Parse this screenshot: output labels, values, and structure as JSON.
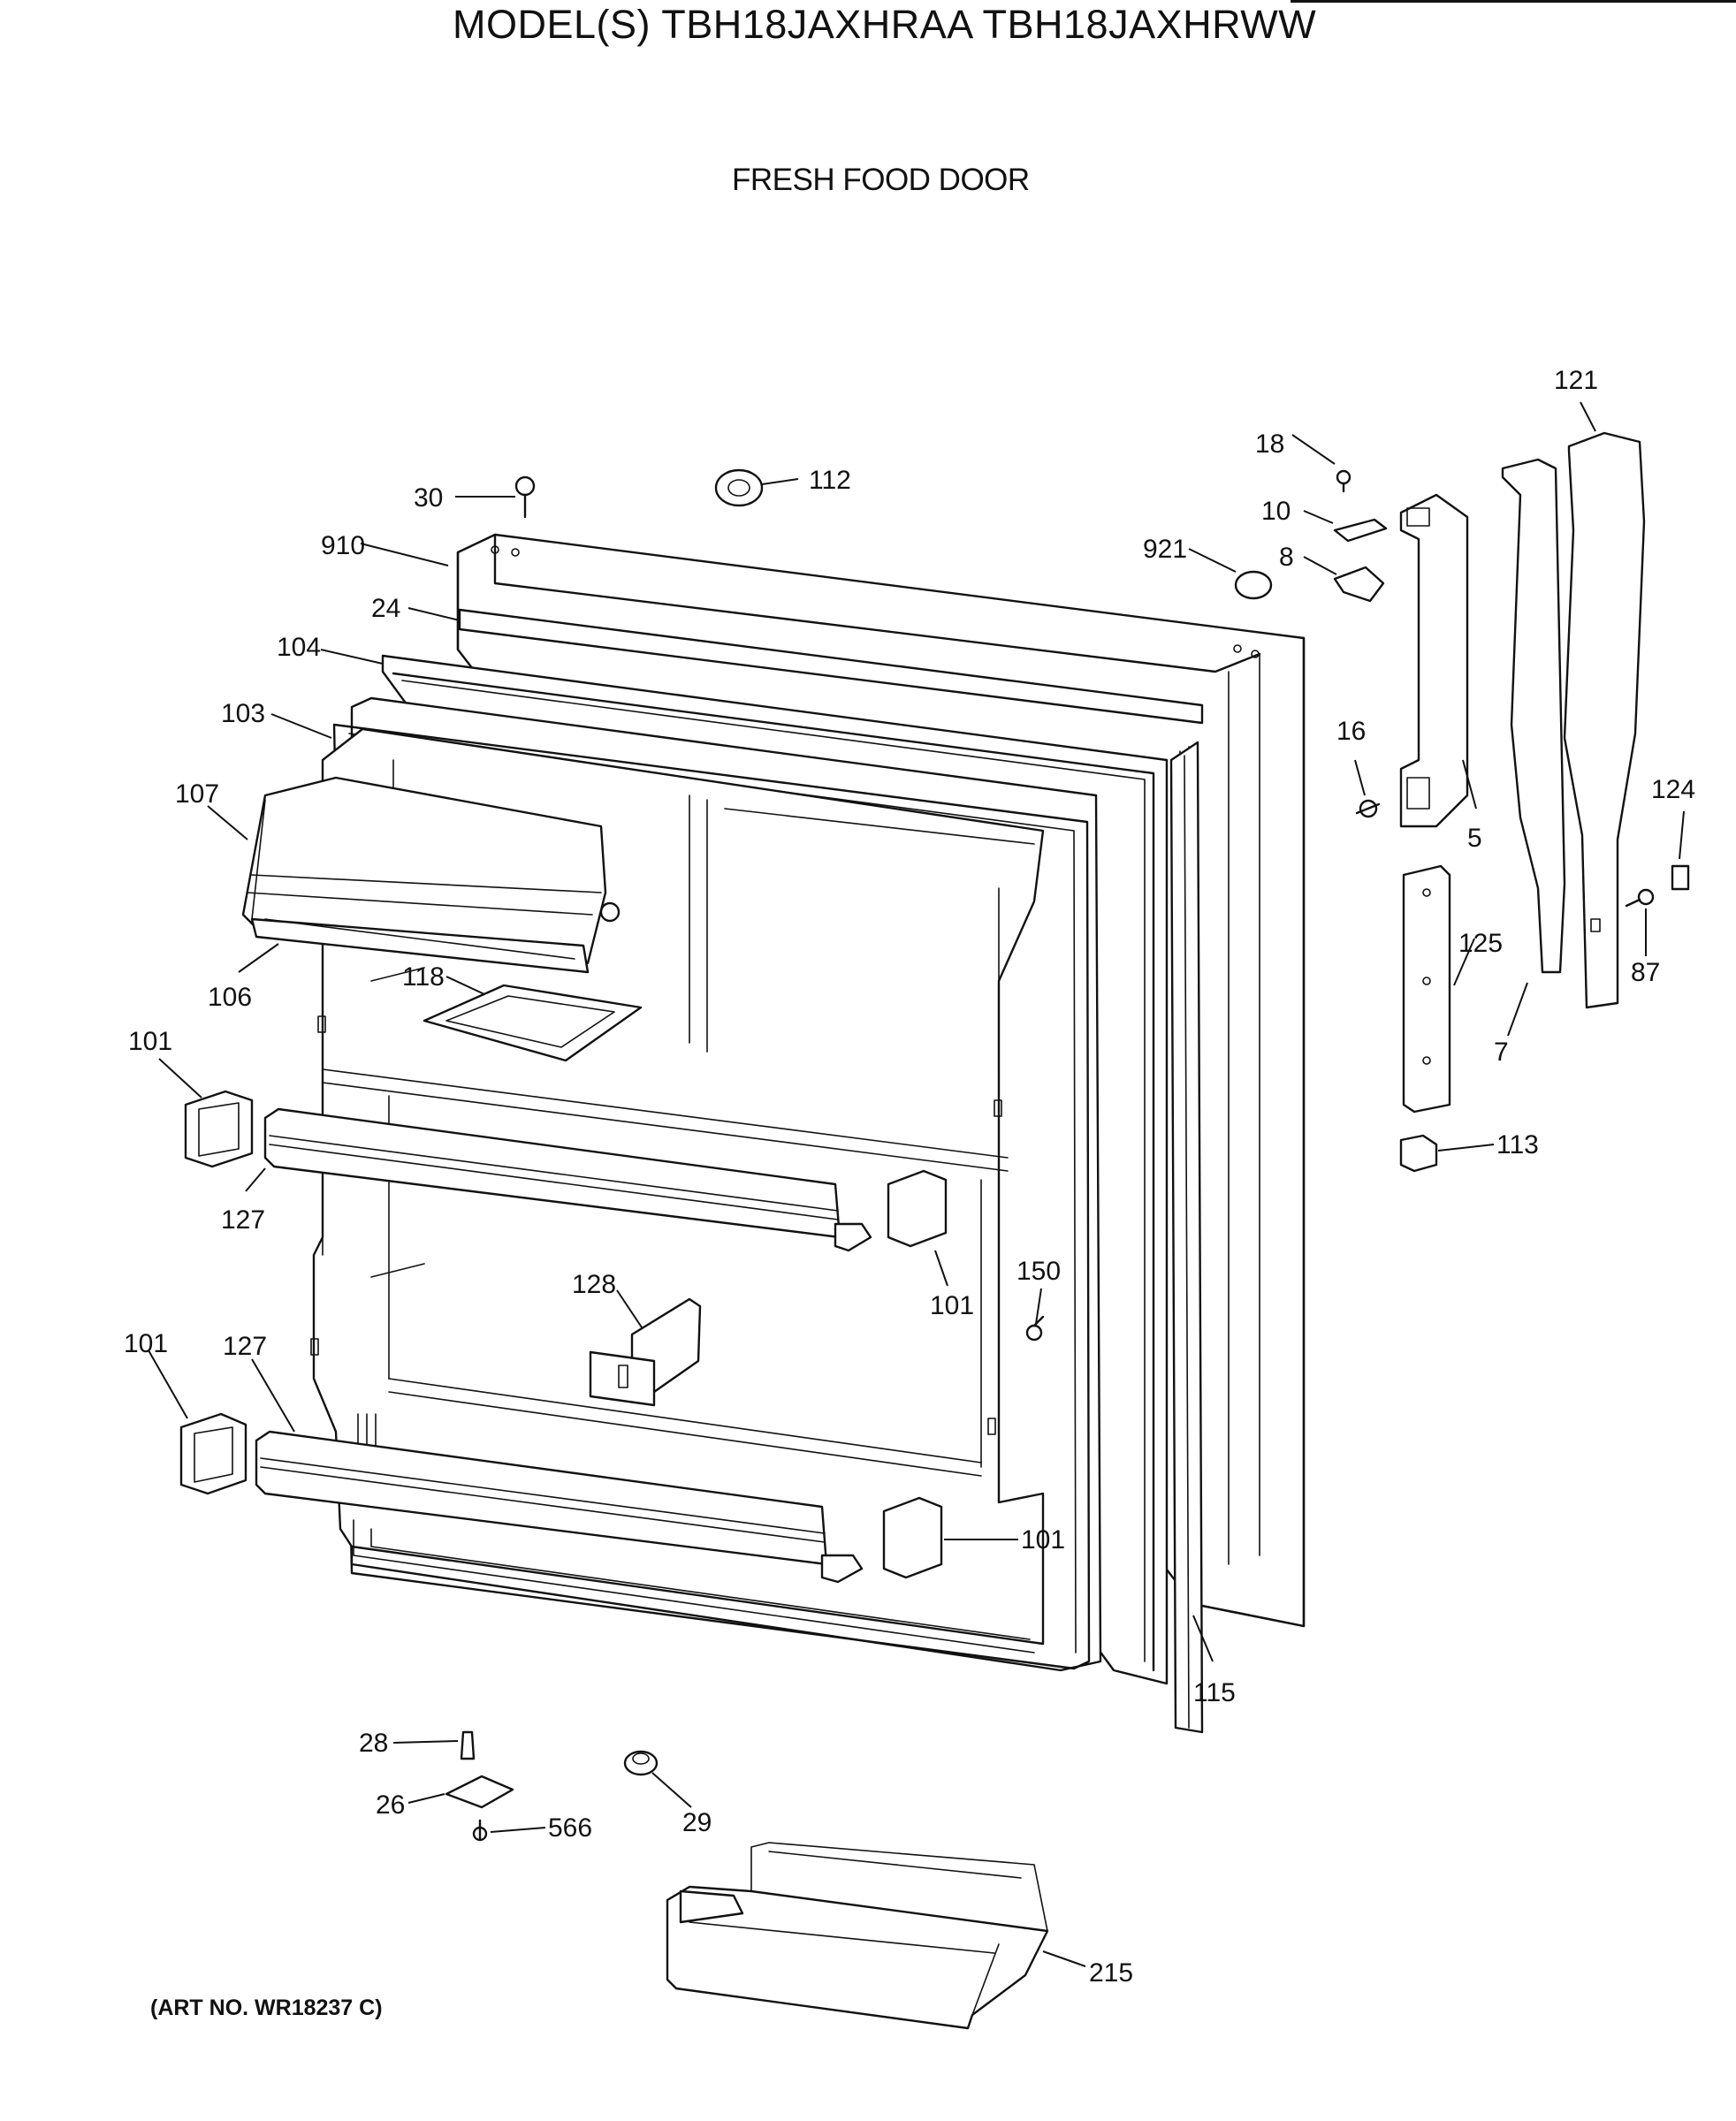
{
  "header": {
    "model_title": "MODEL(S) TBH18JAXHRAA TBH18JAXHRWW",
    "section_title": "FRESH FOOD DOOR"
  },
  "footer": {
    "art_no": "(ART NO. WR18237 C)"
  },
  "callouts": {
    "c121": "121",
    "c18": "18",
    "c112": "112",
    "c30": "30",
    "c10": "10",
    "c910": "910",
    "c921": "921",
    "c8": "8",
    "c24": "24",
    "c104": "104",
    "c103": "103",
    "c16": "16",
    "c107": "107",
    "c5": "5",
    "c124": "124",
    "c125": "125",
    "c87": "87",
    "c106": "106",
    "c118": "118",
    "c7": "7",
    "c101a": "101",
    "c113": "113",
    "c127a": "127",
    "c101b": "101",
    "c150": "150",
    "c128": "128",
    "c101c": "101",
    "c127b": "127",
    "c101d": "101",
    "c115": "115",
    "c28": "28",
    "c26": "26",
    "c566": "566",
    "c29": "29",
    "c215": "215"
  }
}
